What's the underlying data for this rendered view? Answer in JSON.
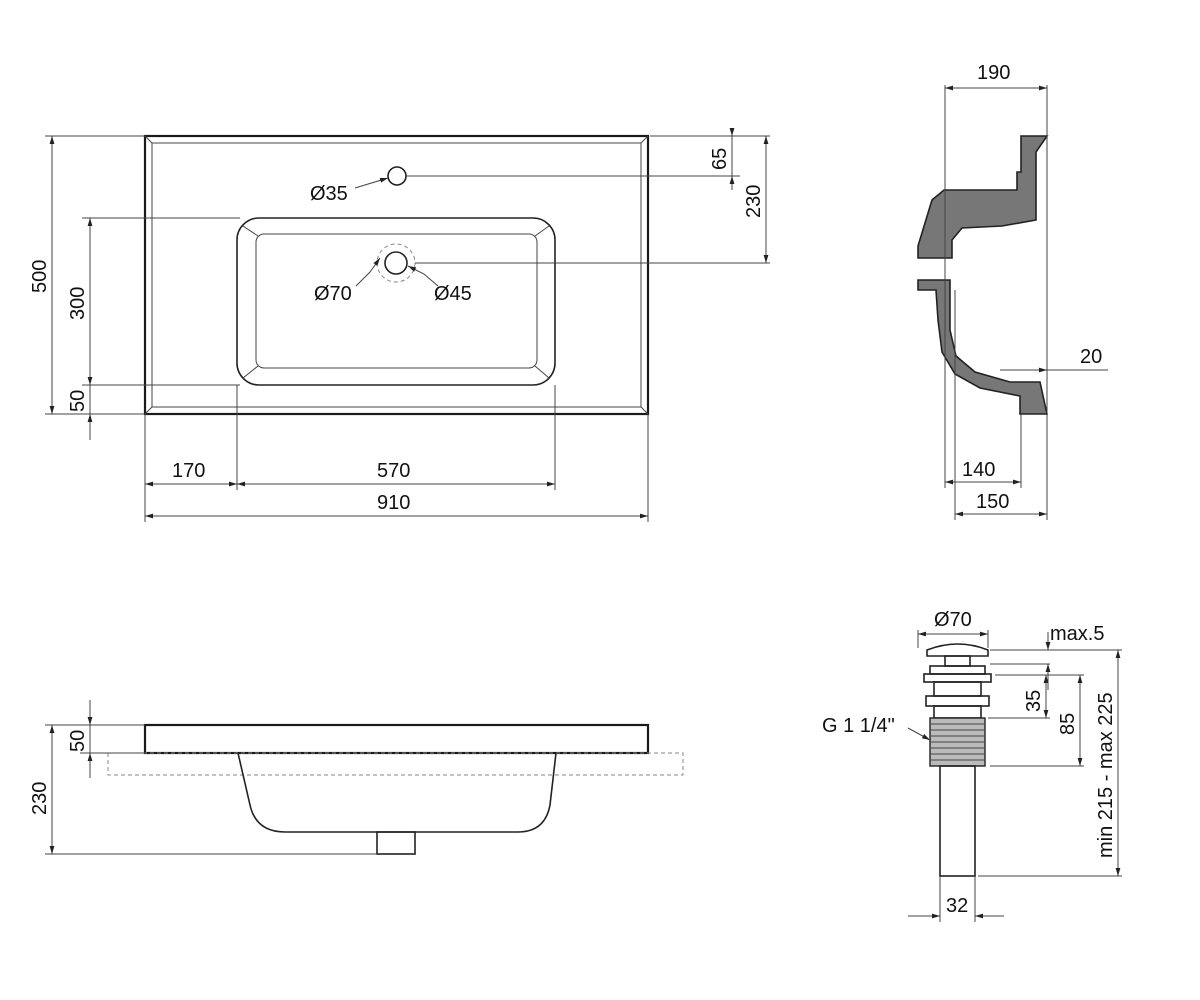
{
  "labels": {
    "d190": "190",
    "d65": "65",
    "d230a": "230",
    "d500": "500",
    "d300": "300",
    "d50a": "50",
    "d35": "Ø35",
    "d70": "Ø70",
    "d45": "Ø45",
    "d170": "170",
    "d570": "570",
    "d910": "910",
    "d20": "20",
    "d140": "140",
    "d150": "150",
    "d50b": "50",
    "d230b": "230",
    "dw70": "Ø70",
    "max5": "max.5",
    "d35b": "35",
    "d85": "85",
    "thread": "G 1 1/4\"",
    "range": "min 215 - max 225",
    "d32": "32"
  }
}
